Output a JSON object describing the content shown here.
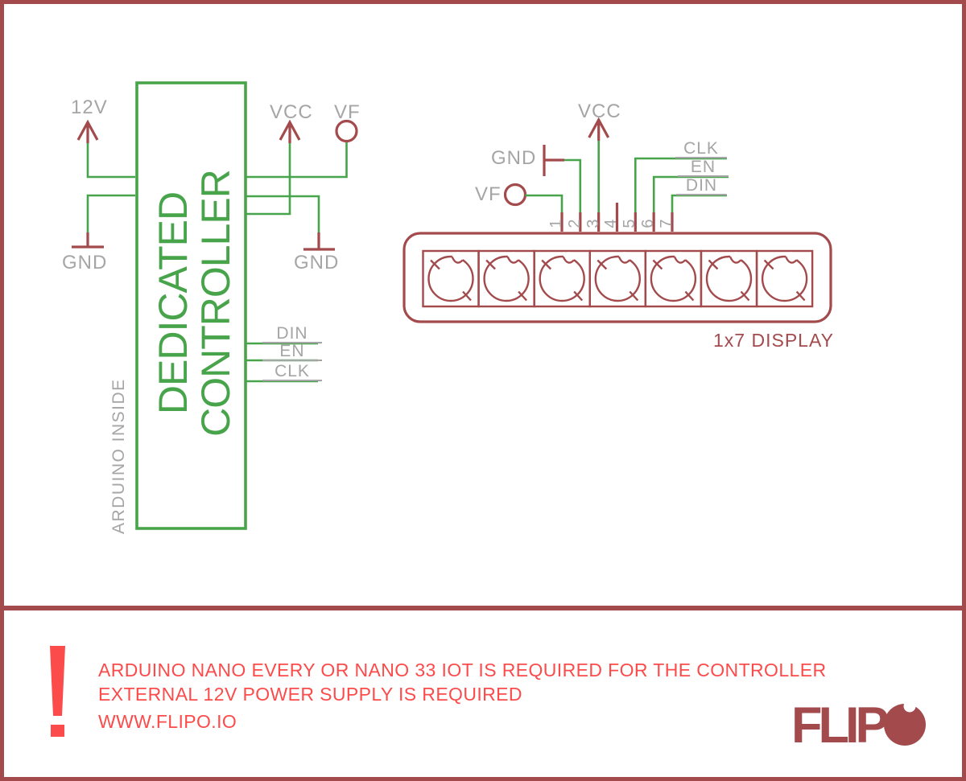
{
  "colors": {
    "schematic_red": "#a34a4c",
    "wire_green": "#48a44a",
    "label_gray": "#a5a5a7",
    "alert_red": "#fb4b4b",
    "background": "#ffffff"
  },
  "controller": {
    "title_line1": "DEDICATED",
    "title_line2": "CONTROLLER",
    "side_label": "ARDUINO INSIDE",
    "left_pins": {
      "power": "12V",
      "ground": "GND"
    },
    "right_pins": {
      "vcc": "VCC",
      "vf": "VF",
      "ground": "GND"
    },
    "signal_pins": [
      "DIN",
      "EN",
      "CLK"
    ]
  },
  "display": {
    "label": "1x7 DISPLAY",
    "cell_count": 7,
    "pin_numbers": [
      "1",
      "2",
      "3",
      "4",
      "5",
      "6",
      "7"
    ],
    "top_labels": {
      "vcc": "VCC",
      "gnd": "GND",
      "vf": "VF"
    },
    "signal_labels": [
      "CLK",
      "EN",
      "DIN"
    ]
  },
  "footer": {
    "lines": [
      "ARDUINO NANO EVERY OR NANO 33 IOT IS REQUIRED FOR THE CONTROLLER",
      "EXTERNAL 12V POWER SUPPLY IS REQUIRED",
      "WWW.FLIPO.IO"
    ],
    "brand": "FLIP"
  }
}
